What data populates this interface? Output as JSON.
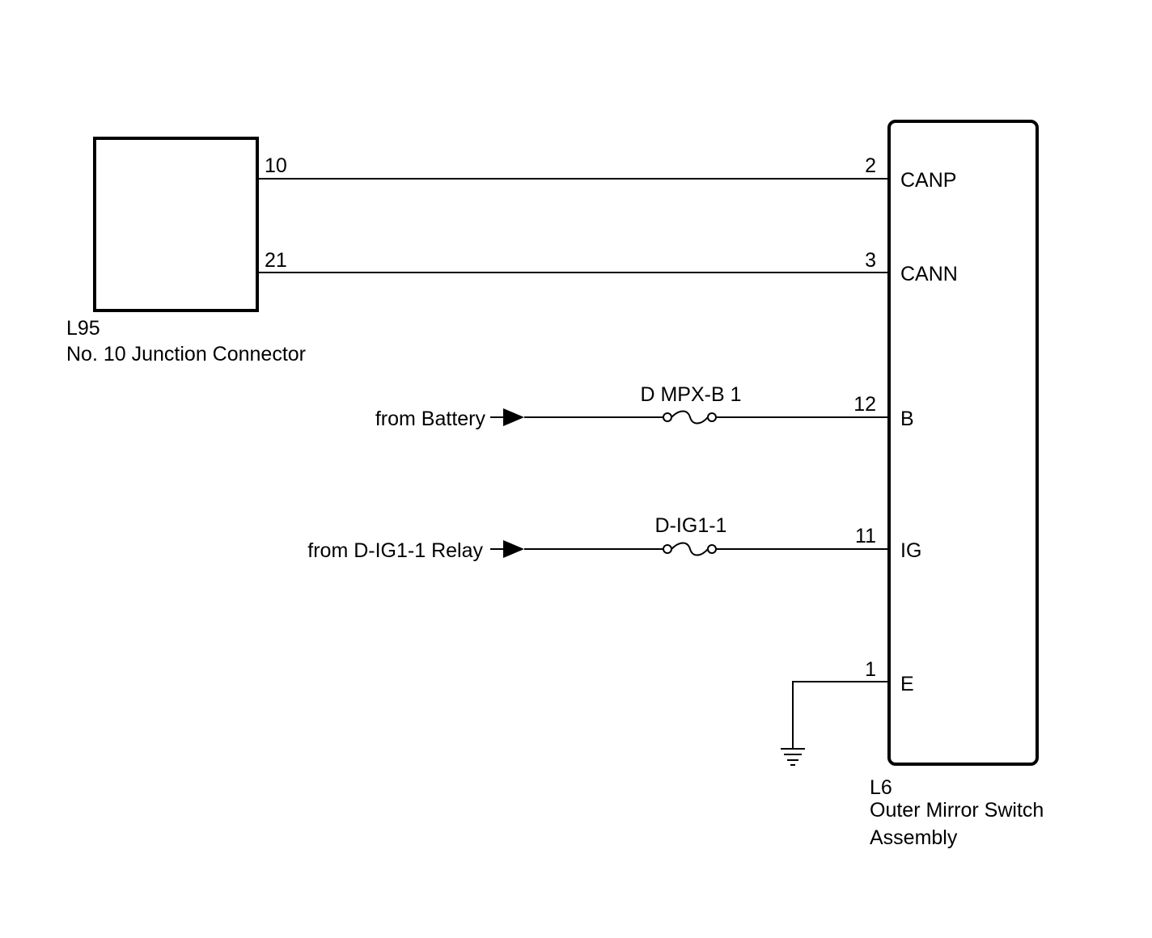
{
  "junction_connector": {
    "code": "L95",
    "name": "No. 10 Junction Connector",
    "pins": [
      {
        "number": "10"
      },
      {
        "number": "21"
      }
    ]
  },
  "switch_assembly": {
    "code": "L6",
    "name_line1": "Outer Mirror Switch",
    "name_line2": "Assembly",
    "terminals": [
      {
        "pin": "2",
        "label": "CANP"
      },
      {
        "pin": "3",
        "label": "CANN"
      },
      {
        "pin": "12",
        "label": "B"
      },
      {
        "pin": "11",
        "label": "IG"
      },
      {
        "pin": "1",
        "label": "E"
      }
    ]
  },
  "power_inputs": [
    {
      "source": "from Battery",
      "fuse": "D MPX-B 1"
    },
    {
      "source": "from D-IG1-1 Relay",
      "fuse": "D-IG1-1"
    }
  ],
  "colors": {
    "line": "#000000",
    "background": "#ffffff"
  },
  "icons": [
    "fuse-icon",
    "arrow-right-icon",
    "ground-icon"
  ]
}
